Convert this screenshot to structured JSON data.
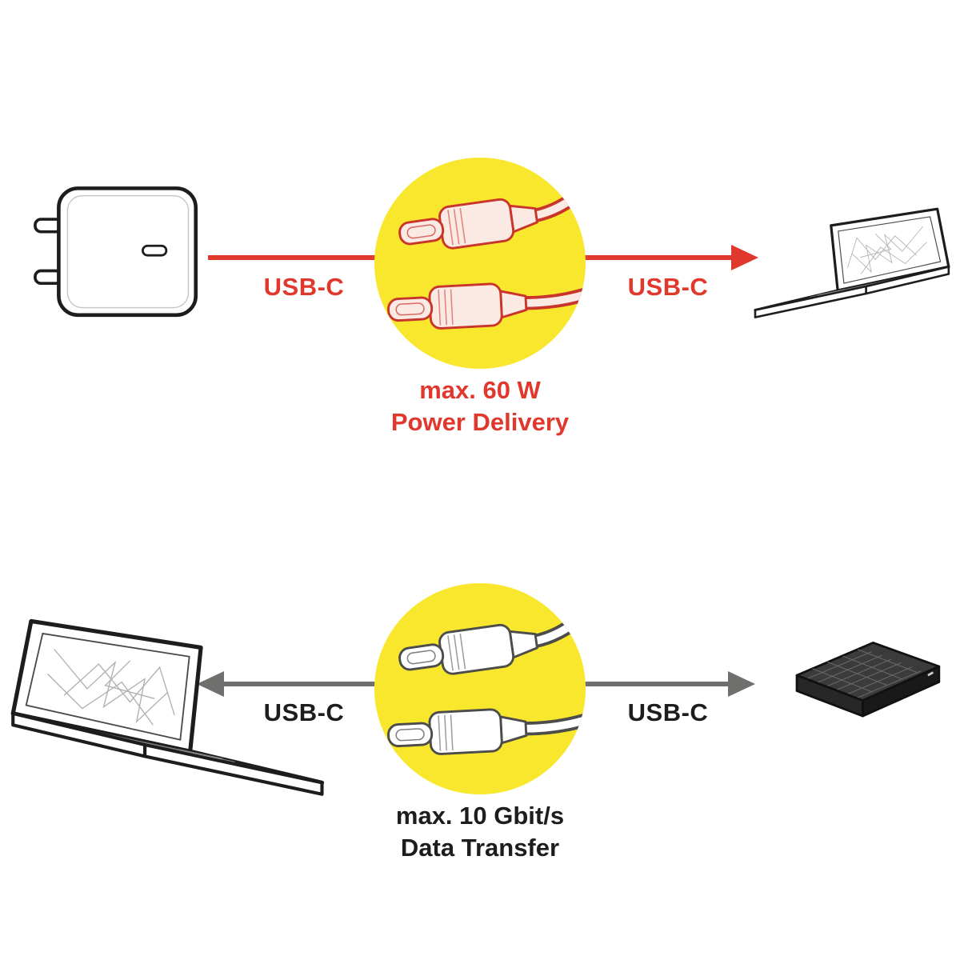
{
  "colors": {
    "red": "#e0382d",
    "gray": "#6f6f6e",
    "yellow": "#f9e72e",
    "ink": "#1d1d1b"
  },
  "top": {
    "left_label": "USB-C",
    "right_label": "USB-C",
    "caption_line1": "max. 60 W",
    "caption_line2": "Power Delivery",
    "source_icon": "usb-c-power-adapter",
    "cable_icon": "usb-c-cable-connectors",
    "target_icon": "laptop"
  },
  "bottom": {
    "left_label": "USB-C",
    "right_label": "USB-C",
    "caption_line1": "max. 10 Gbit/s",
    "caption_line2": "Data Transfer",
    "source_icon": "laptop",
    "cable_icon": "usb-c-cable-connectors",
    "target_icon": "external-hard-drive"
  }
}
